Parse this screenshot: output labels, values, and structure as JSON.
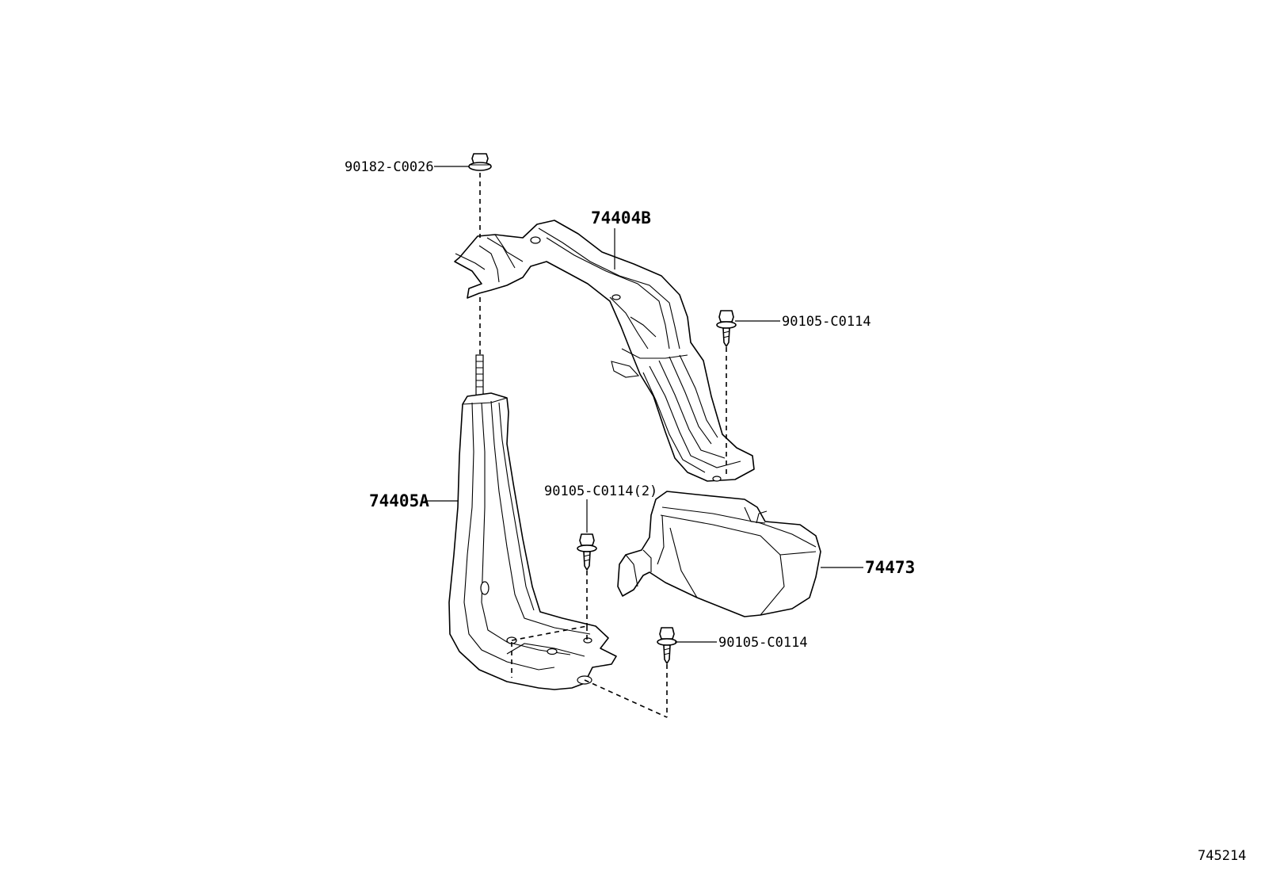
{
  "labels": {
    "nut_top": "90182-C0026",
    "bracket_upper": "74404B",
    "bolt_right": "90105-C0114",
    "bolt_center_qty": "90105-C0114(2)",
    "bracket_lower": "74405A",
    "cover": "74473",
    "bolt_lower": "90105-C0114"
  },
  "diagram_id": "745214"
}
